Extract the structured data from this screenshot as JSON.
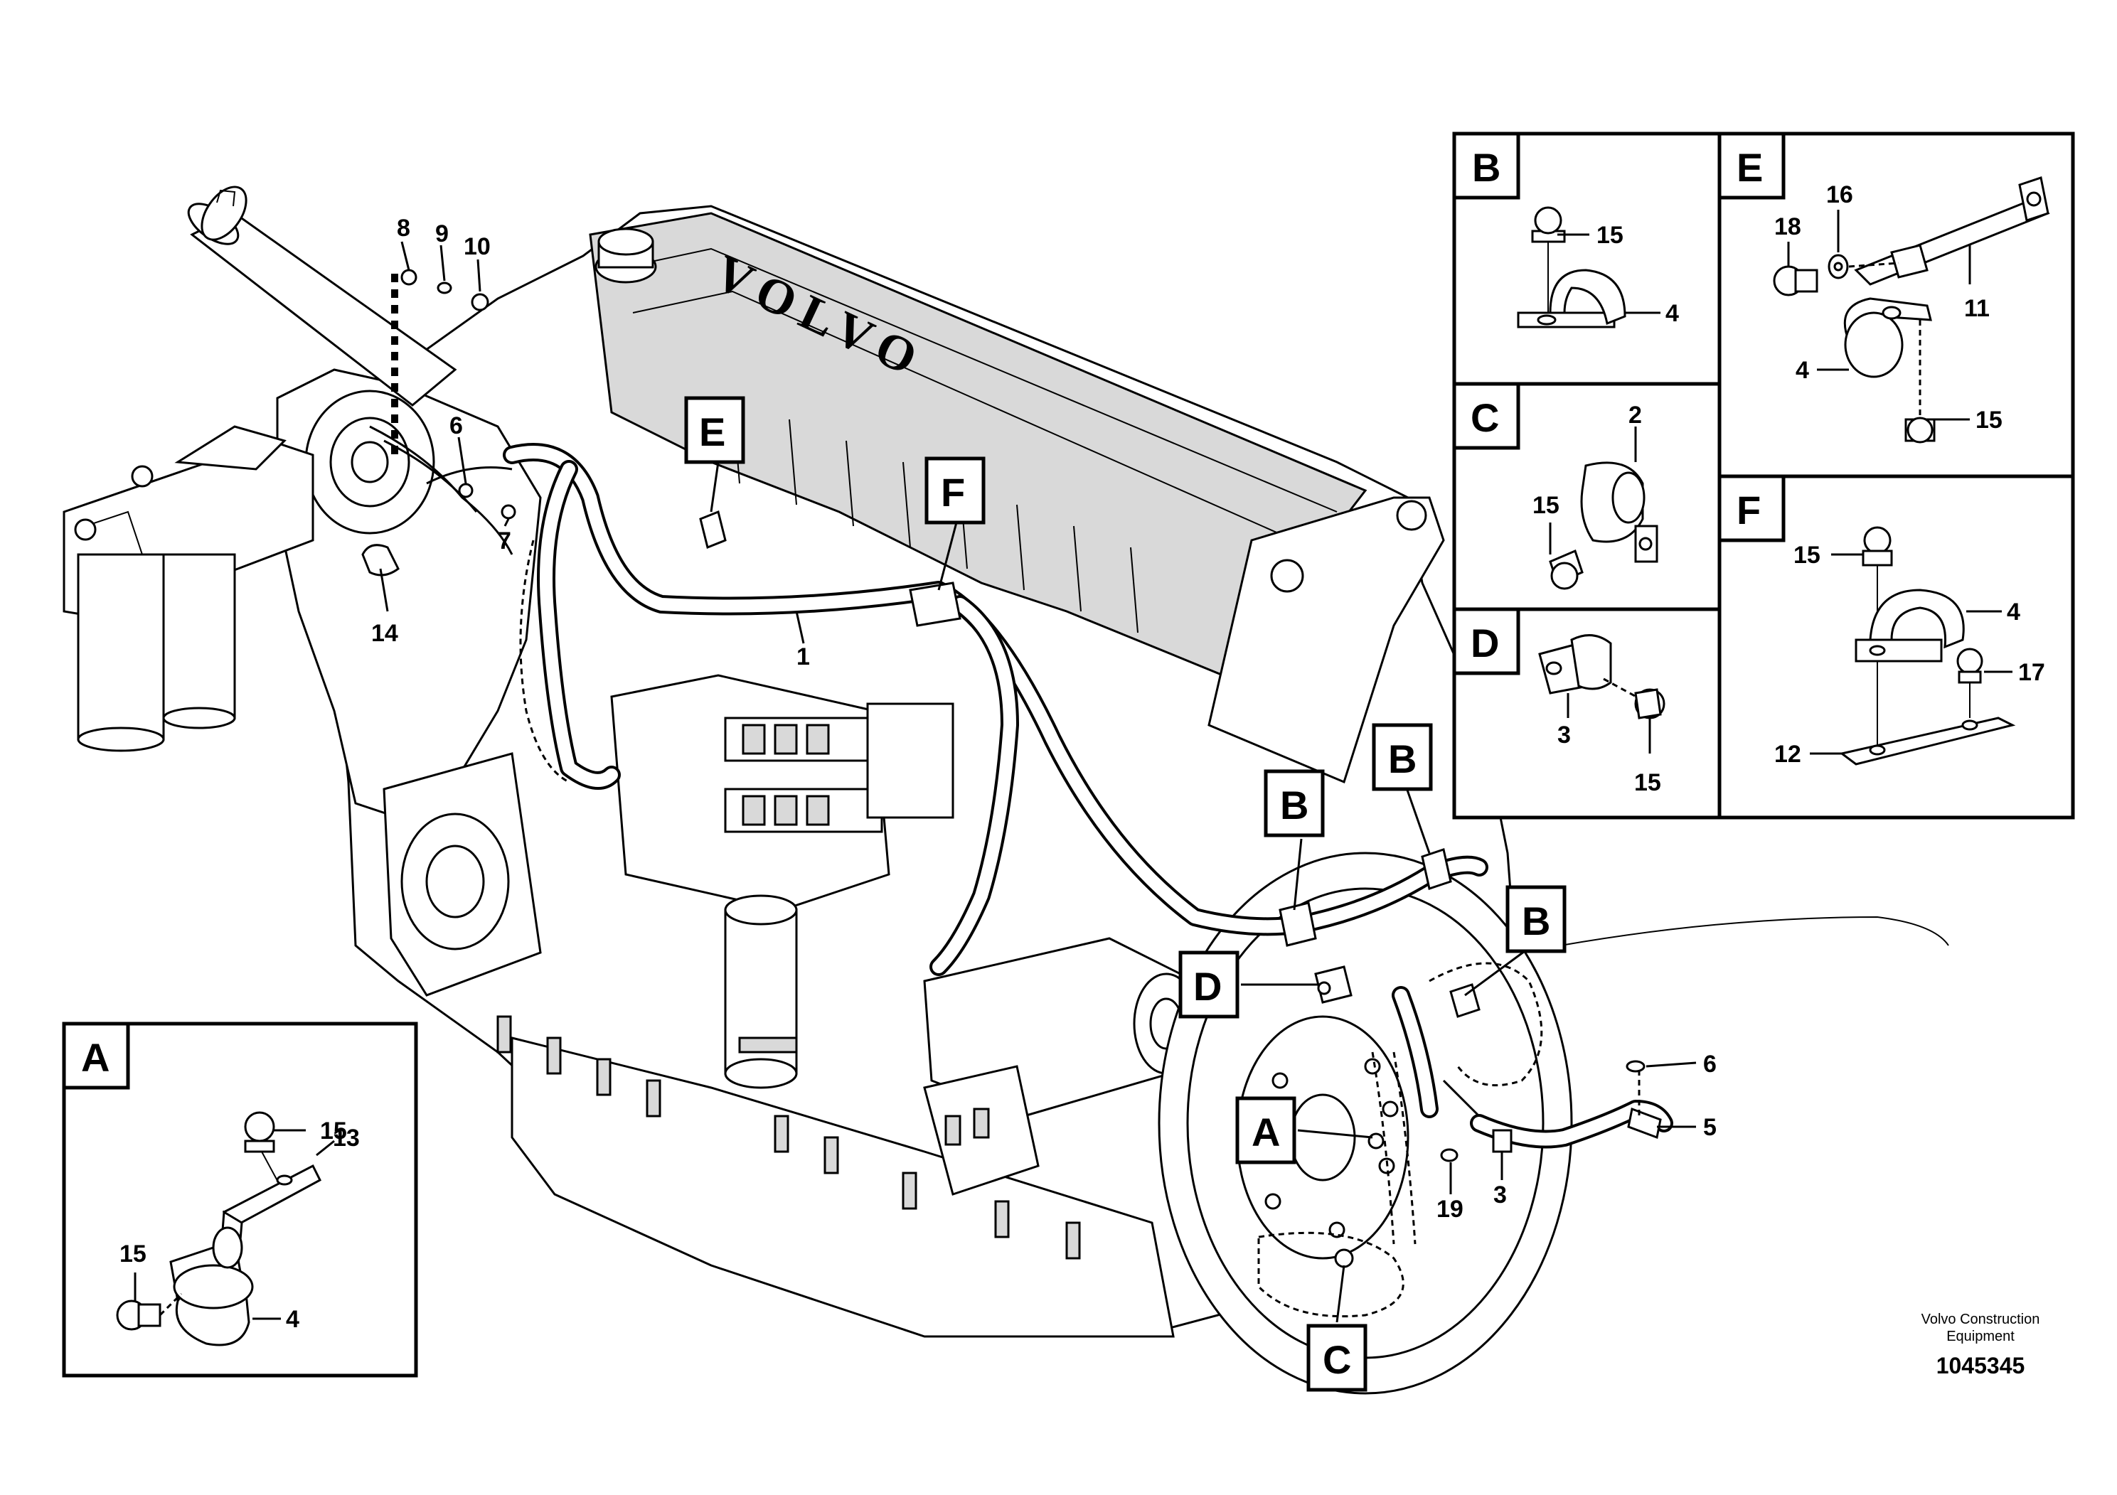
{
  "main_callouts": {
    "c1": "1",
    "c3": "3",
    "c5": "5",
    "c6": "6",
    "c6b": "6",
    "c7": "7",
    "c8": "8",
    "c9": "9",
    "c10": "10",
    "c14": "14",
    "c19": "19"
  },
  "view_markers": {
    "a": "A",
    "b1": "B",
    "b2": "B",
    "b3": "B",
    "c": "C",
    "d": "D",
    "e": "E",
    "f": "F"
  },
  "engine_brand": "VOLVO",
  "detail_B": {
    "label": "B",
    "callouts": [
      "15",
      "4"
    ]
  },
  "detail_C": {
    "label": "C",
    "callouts": [
      "2",
      "15"
    ]
  },
  "detail_D": {
    "label": "D",
    "callouts": [
      "3",
      "15"
    ]
  },
  "detail_E": {
    "label": "E",
    "callouts": [
      "16",
      "18",
      "11",
      "4",
      "15"
    ]
  },
  "detail_F": {
    "label": "F",
    "callouts": [
      "15",
      "4",
      "17",
      "12"
    ]
  },
  "detail_A": {
    "label": "A",
    "callouts": [
      "15",
      "13",
      "15",
      "4"
    ]
  },
  "footer": {
    "company_line1": "Volvo Construction",
    "company_line2": "Equipment",
    "drawing_number": "1045345"
  }
}
